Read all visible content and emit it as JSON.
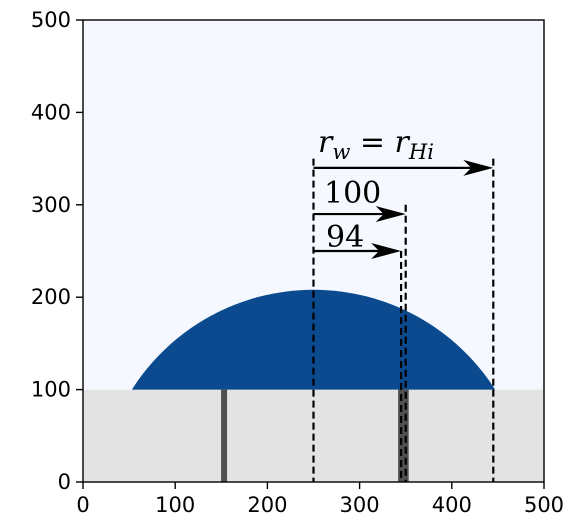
{
  "axes": {
    "xlim": [
      0,
      500
    ],
    "ylim": [
      0,
      500
    ],
    "x_ticks": [
      0,
      100,
      200,
      300,
      400,
      500
    ],
    "y_ticks": [
      0,
      100,
      200,
      300,
      400,
      500
    ],
    "grid": false
  },
  "colors": {
    "background": "#f5f9ff",
    "substrate": "#e3e3e3",
    "droplet": "#0b4a8f",
    "post": "#505050",
    "lines": "#000000"
  },
  "scene": {
    "substrate_top": 100,
    "droplet": {
      "center_x": 250,
      "base_left": 53,
      "base_right": 447,
      "apex_y": 208
    },
    "posts_x": [
      153,
      345,
      350
    ]
  },
  "markers": [
    {
      "x": 250,
      "y_top": 350
    },
    {
      "x": 345,
      "y_top": 250
    },
    {
      "x": 350,
      "y_top": 300
    },
    {
      "x": 445,
      "y_top": 350
    }
  ],
  "arrows": [
    {
      "from_x": 250,
      "to_x": 445,
      "y": 340
    },
    {
      "from_x": 250,
      "to_x": 350,
      "y": 290
    },
    {
      "from_x": 250,
      "to_x": 345,
      "y": 250
    }
  ],
  "labels": {
    "rw_base": "r",
    "rw_sub": "w",
    "equals": " = ",
    "rhi_base": "r",
    "rhi_sub": "Hi",
    "label_100": "100",
    "label_94": "94"
  }
}
